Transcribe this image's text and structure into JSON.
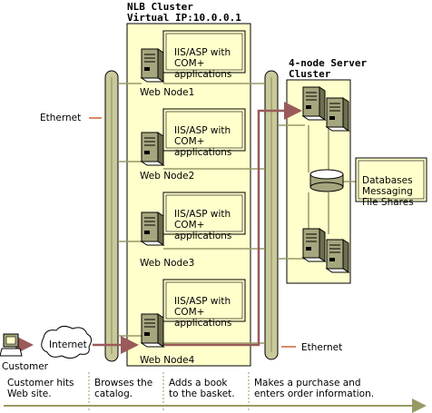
{
  "nlb_cluster": {
    "title_line1": "NLB Cluster",
    "title_line2": "Virtual IP:10.0.0.1"
  },
  "server_cluster": {
    "title_line1": "4-node Server",
    "title_line2": "Cluster"
  },
  "app_box_label": [
    "IIS/ASP with",
    "COM+",
    "applications"
  ],
  "web_nodes": [
    "Web Node1",
    "Web Node2",
    "Web Node3",
    "Web Node4"
  ],
  "ethernet_left": "Ethernet",
  "ethernet_right": "Ethernet",
  "databases_box": [
    "Databases",
    "Messaging",
    "File Shares"
  ],
  "internet": "Internet",
  "customer": "Customer",
  "timeline": [
    "Customer hits\nWeb site.",
    "Browses the\ncatalog.",
    "Adds a book\nto the basket.",
    "Makes a purchase and\nenters order information."
  ],
  "colors": {
    "cluster_fill": "#ffffcc",
    "bus_fill": "#c9c99a",
    "server_fill": "#a6a67e",
    "route": "#9a5a5a",
    "line": "#999966"
  }
}
